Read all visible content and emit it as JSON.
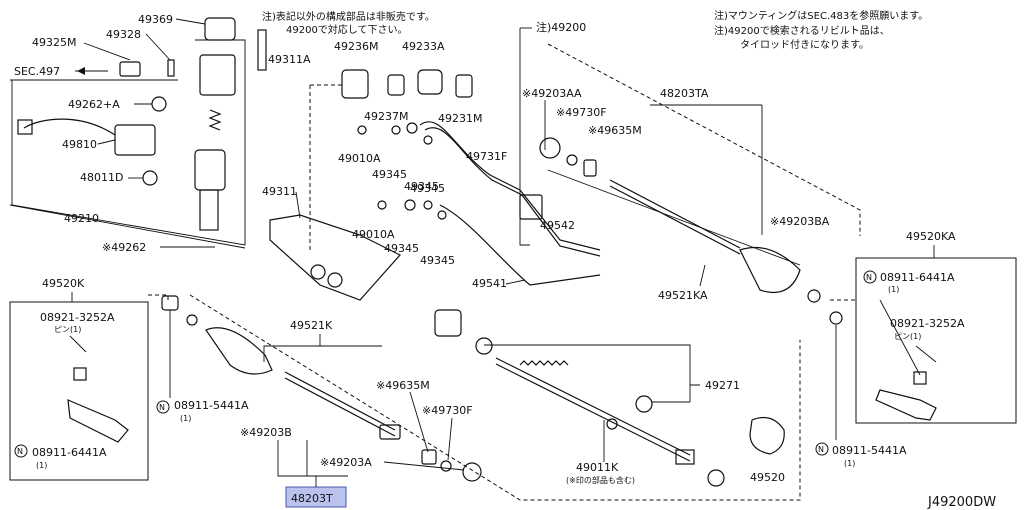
{
  "labels": {
    "l49369": "49369",
    "l49325M": "49325M",
    "l49328": "49328",
    "sec497": "SEC.497",
    "l49311A": "49311A",
    "l49262A": "49262+A",
    "l49810": "49810",
    "l48011D": "48011D",
    "l49210": "49210",
    "l49262": "※49262",
    "l49236M": "49236M",
    "l49233A": "49233A",
    "l49237M": "49237M",
    "l49231M": "49231M",
    "l49010A_1": "49010A",
    "l49345_1": "49345",
    "l49345_2": "49345",
    "l49731F": "49731F",
    "l49311": "49311",
    "l49010A_2": "49010A",
    "l49345_3": "49345",
    "l49345_4": "49345",
    "l49542": "49542",
    "l49541": "49541",
    "l49200": "注)49200",
    "l49203AA": "※49203AA",
    "l49730F_1": "※49730F",
    "l49635M_1": "※49635M",
    "l48203TA": "48203TA",
    "l49203BA": "※49203BA",
    "l49521KA": "49521KA",
    "l49520KA": "49520KA",
    "l08911_6441A_r": "08911-6441A",
    "l08911_6441A_r_q": "(1)",
    "l08921_3252A_r": "08921-3252A",
    "l08921_3252A_r_pin": "ピン(1)",
    "l08911_5441A_r": "08911-5441A",
    "l08911_5441A_r_q": "(1)",
    "l49520K": "49520K",
    "l08921_3252A_l": "08921-3252A",
    "l08921_3252A_l_pin": "ピン(1)",
    "l08911_6441A_l": "08911-6441A",
    "l08911_6441A_l_q": "(1)",
    "l08911_5441A_l": "08911-5441A",
    "l08911_5441A_l_q": "(1)",
    "l49521K": "49521K",
    "l49635M_2": "※49635M",
    "l49730F_2": "※49730F",
    "l49203B": "※49203B",
    "l49203A": "※49203A",
    "l48203T": "48203T",
    "l49271": "49271",
    "l49011K": "49011K",
    "l49011K_note": "(※印の部品も含む)",
    "l49520": "49520",
    "n_badge": "N"
  },
  "notes": {
    "center_1": "注)表記以外の構成部品は非販売です。",
    "center_2": "49200で対応して下さい。",
    "right_1": "注)マウンティングはSEC.483を参照願います。",
    "right_2": "注)49200で検索されるリビルト品は、",
    "right_3": "タイロッド付きになります。"
  },
  "diagram_id": "J49200DW",
  "highlight_color": "#b9c3ee"
}
